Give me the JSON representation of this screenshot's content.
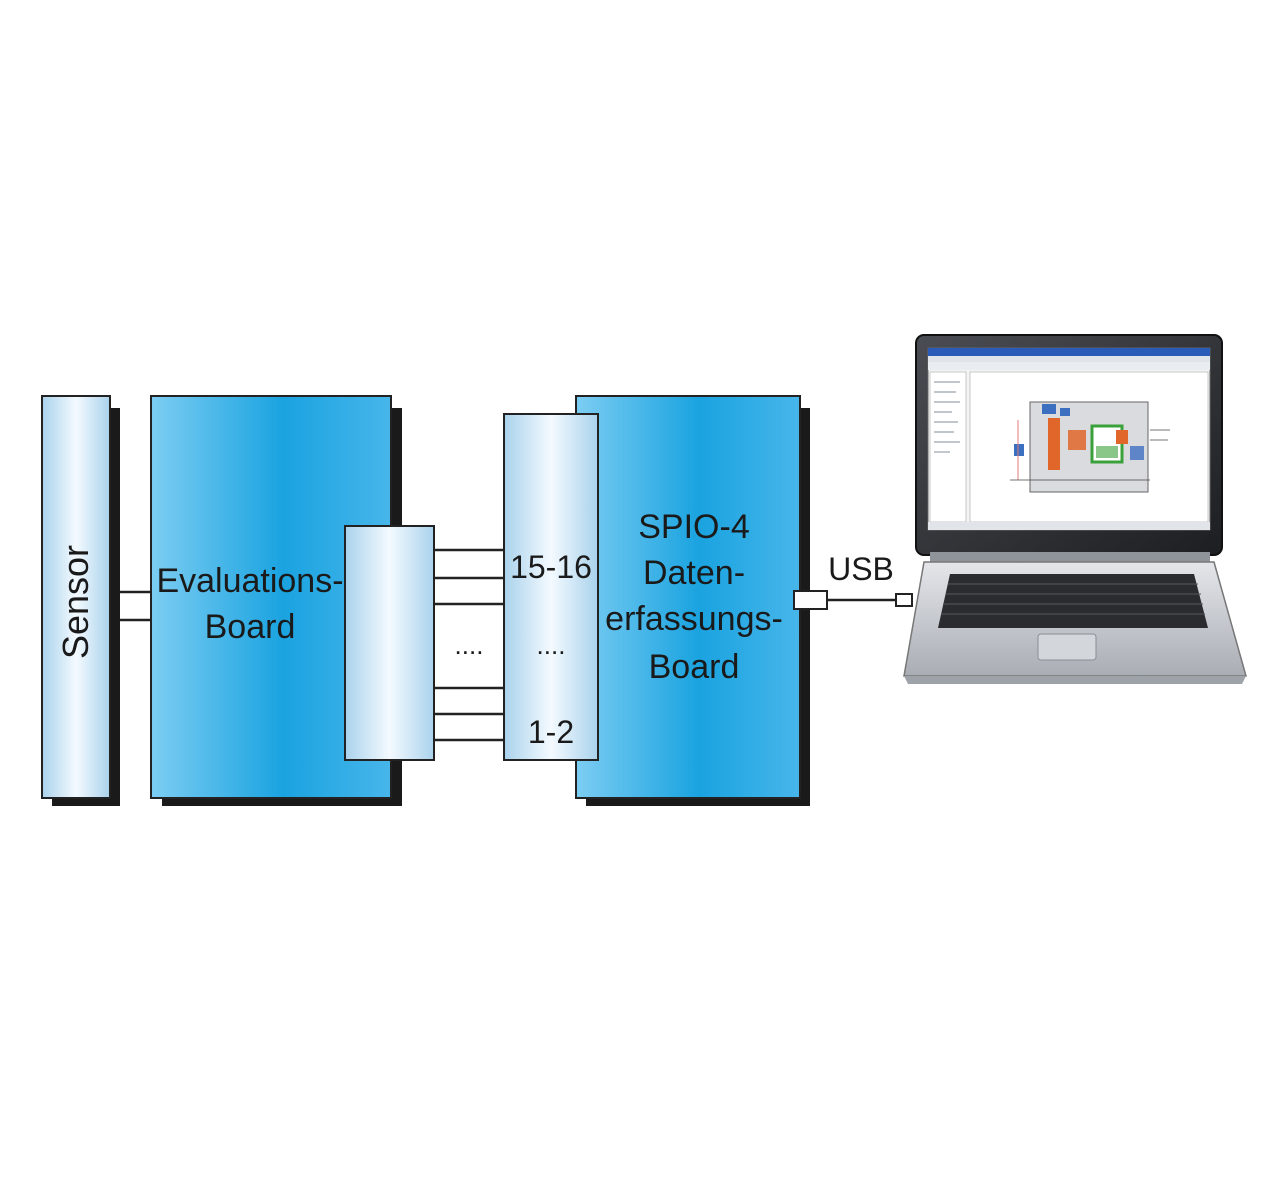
{
  "diagram": {
    "sensor_label": "Sensor",
    "eval_board_label_line1": "Evaluations-",
    "eval_board_label_line2": "Board",
    "connector_top_label": "15-16",
    "connector_mid_label": "....",
    "connector_bottom_label": "1-2",
    "wires_ellipsis": "....",
    "daq_label_line1": "SPIO-4",
    "daq_label_line2": "Daten-",
    "daq_label_line3": "erfassungs-",
    "daq_label_line4": "Board",
    "usb_label": "USB"
  },
  "colors": {
    "box_edge": "#6fc7ef",
    "box_center": "#1aa3e0",
    "shadow": "#1a1a1a",
    "outline": "#222222",
    "narrow_light": "#f2f8fc",
    "narrow_mid": "#b8d9ee",
    "laptop_body": "#c9ccd1",
    "laptop_dark": "#2b2d31",
    "screen_bg": "#f4f4f4",
    "schematic_orange": "#e0662a",
    "schematic_green": "#3aa13a",
    "schematic_blue": "#3d6fc0"
  }
}
